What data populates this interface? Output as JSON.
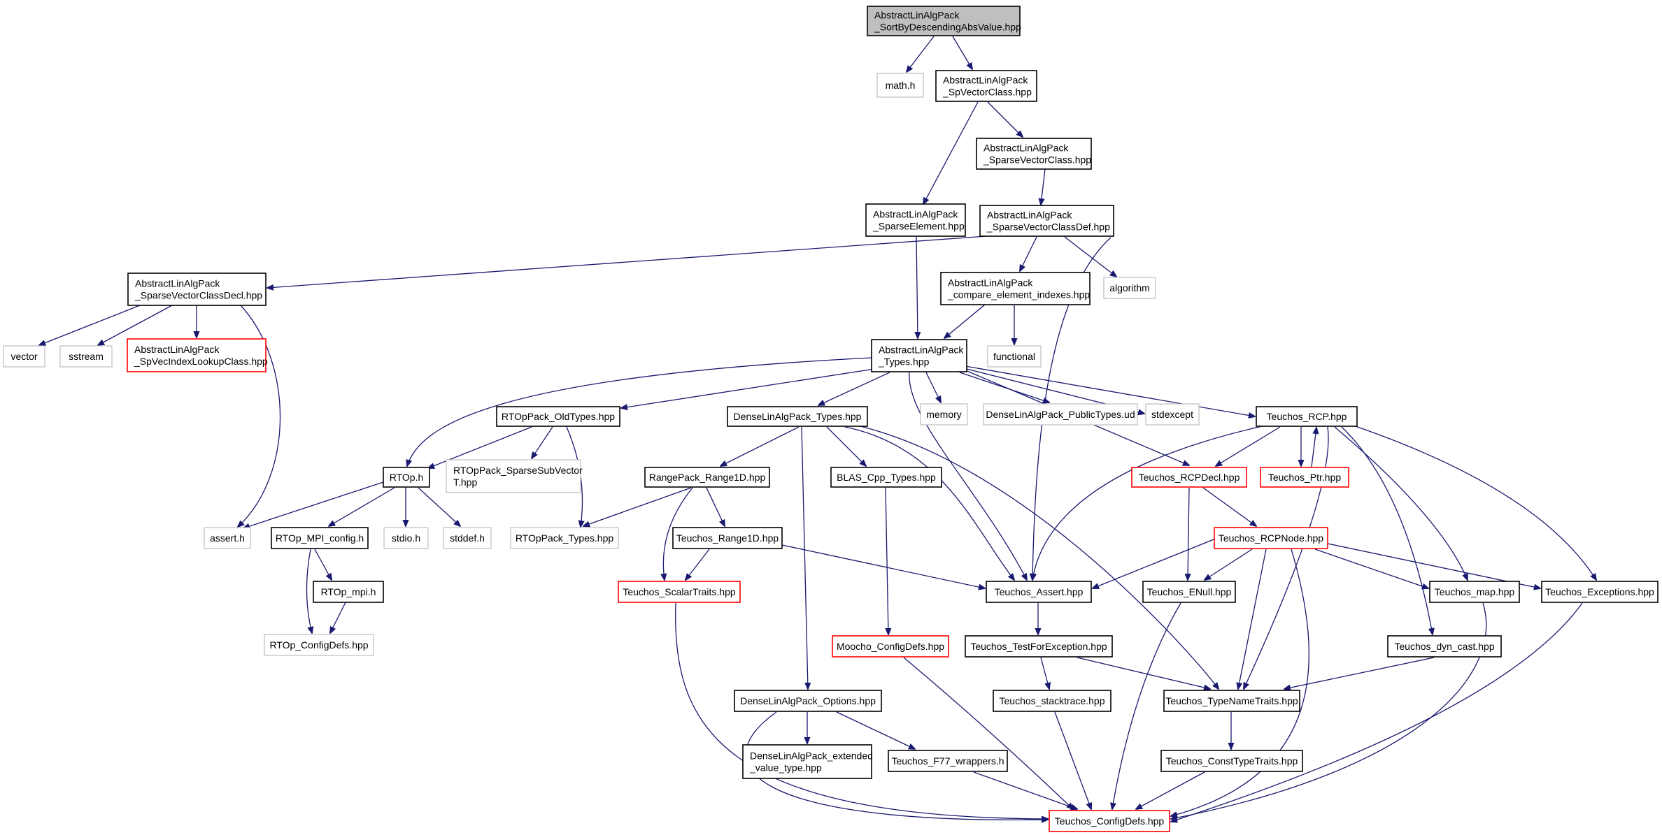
{
  "colors": {
    "edge": "#191970",
    "root_fill": "#bfbfbf",
    "normal_border": "#000000",
    "external_border": "#bfbfbf",
    "truncated_border": "#ff0000",
    "background": "#ffffff"
  },
  "nodes": [
    {
      "id": "root",
      "lines": [
        "AbstractLinAlgPack",
        "_SortByDescendingAbsValue.hpp"
      ],
      "kind": "root"
    },
    {
      "id": "math_h",
      "lines": [
        "math.h"
      ],
      "kind": "external"
    },
    {
      "id": "spvectorclass",
      "lines": [
        "AbstractLinAlgPack",
        "_SpVectorClass.hpp"
      ],
      "kind": "normal"
    },
    {
      "id": "sparsevectorclass",
      "lines": [
        "AbstractLinAlgPack",
        "_SparseVectorClass.hpp"
      ],
      "kind": "normal"
    },
    {
      "id": "sparseelement",
      "lines": [
        "AbstractLinAlgPack",
        "_SparseElement.hpp"
      ],
      "kind": "normal"
    },
    {
      "id": "sparsevectorclassdef",
      "lines": [
        "AbstractLinAlgPack",
        "_SparseVectorClassDef.hpp"
      ],
      "kind": "normal"
    },
    {
      "id": "sparsevectorclassdecl",
      "lines": [
        "AbstractLinAlgPack",
        "_SparseVectorClassDecl.hpp"
      ],
      "kind": "normal"
    },
    {
      "id": "compare_element",
      "lines": [
        "AbstractLinAlgPack",
        "_compare_element_indexes.hpp"
      ],
      "kind": "normal"
    },
    {
      "id": "algorithm",
      "lines": [
        "algorithm"
      ],
      "kind": "external"
    },
    {
      "id": "vector",
      "lines": [
        "vector"
      ],
      "kind": "external"
    },
    {
      "id": "sstream",
      "lines": [
        "sstream"
      ],
      "kind": "external"
    },
    {
      "id": "spvecindex",
      "lines": [
        "AbstractLinAlgPack",
        "_SpVecIndexLookupClass.hpp"
      ],
      "kind": "truncated"
    },
    {
      "id": "functional",
      "lines": [
        "functional"
      ],
      "kind": "external"
    },
    {
      "id": "types",
      "lines": [
        "AbstractLinAlgPack",
        "_Types.hpp"
      ],
      "kind": "normal"
    },
    {
      "id": "memory",
      "lines": [
        "memory"
      ],
      "kind": "external"
    },
    {
      "id": "dense_public",
      "lines": [
        "DenseLinAlgPack_PublicTypes.ud"
      ],
      "kind": "external"
    },
    {
      "id": "stdexcept",
      "lines": [
        "stdexcept"
      ],
      "kind": "external"
    },
    {
      "id": "rtoppack_old",
      "lines": [
        "RTOpPack_OldTypes.hpp"
      ],
      "kind": "normal"
    },
    {
      "id": "dense_types",
      "lines": [
        "DenseLinAlgPack_Types.hpp"
      ],
      "kind": "normal"
    },
    {
      "id": "teuchos_rcp",
      "lines": [
        "Teuchos_RCP.hpp"
      ],
      "kind": "normal"
    },
    {
      "id": "rtop_h",
      "lines": [
        "RTOp.h"
      ],
      "kind": "normal"
    },
    {
      "id": "rtoppack_sparse",
      "lines": [
        "RTOpPack_SparseSubVector",
        "T.hpp"
      ],
      "kind": "external"
    },
    {
      "id": "rangepack",
      "lines": [
        "RangePack_Range1D.hpp"
      ],
      "kind": "normal"
    },
    {
      "id": "blas",
      "lines": [
        "BLAS_Cpp_Types.hpp"
      ],
      "kind": "normal"
    },
    {
      "id": "rcpdecl",
      "lines": [
        "Teuchos_RCPDecl.hpp"
      ],
      "kind": "truncated"
    },
    {
      "id": "ptr",
      "lines": [
        "Teuchos_Ptr.hpp"
      ],
      "kind": "truncated"
    },
    {
      "id": "assert_h",
      "lines": [
        "assert.h"
      ],
      "kind": "external"
    },
    {
      "id": "rtop_mpi_config",
      "lines": [
        "RTOp_MPI_config.h"
      ],
      "kind": "normal"
    },
    {
      "id": "stdio",
      "lines": [
        "stdio.h"
      ],
      "kind": "external"
    },
    {
      "id": "stddef",
      "lines": [
        "stddef.h"
      ],
      "kind": "external"
    },
    {
      "id": "rtoppack_types",
      "lines": [
        "RTOpPack_Types.hpp"
      ],
      "kind": "external"
    },
    {
      "id": "teuchos_range1d",
      "lines": [
        "Teuchos_Range1D.hpp"
      ],
      "kind": "normal"
    },
    {
      "id": "rcpnode",
      "lines": [
        "Teuchos_RCPNode.hpp"
      ],
      "kind": "truncated"
    },
    {
      "id": "rtop_mpi",
      "lines": [
        "RTOp_mpi.h"
      ],
      "kind": "normal"
    },
    {
      "id": "scalartraits",
      "lines": [
        "Teuchos_ScalarTraits.hpp"
      ],
      "kind": "truncated"
    },
    {
      "id": "teuchos_assert",
      "lines": [
        "Teuchos_Assert.hpp"
      ],
      "kind": "normal"
    },
    {
      "id": "enull",
      "lines": [
        "Teuchos_ENull.hpp"
      ],
      "kind": "normal"
    },
    {
      "id": "teuchos_map",
      "lines": [
        "Teuchos_map.hpp"
      ],
      "kind": "normal"
    },
    {
      "id": "exceptions",
      "lines": [
        "Teuchos_Exceptions.hpp"
      ],
      "kind": "normal"
    },
    {
      "id": "rtop_configdefs",
      "lines": [
        "RTOp_ConfigDefs.hpp"
      ],
      "kind": "external"
    },
    {
      "id": "moocho_configdefs",
      "lines": [
        "Moocho_ConfigDefs.hpp"
      ],
      "kind": "truncated"
    },
    {
      "id": "testforexception",
      "lines": [
        "Teuchos_TestForException.hpp"
      ],
      "kind": "normal"
    },
    {
      "id": "dyn_cast",
      "lines": [
        "Teuchos_dyn_cast.hpp"
      ],
      "kind": "normal"
    },
    {
      "id": "dense_options",
      "lines": [
        "DenseLinAlgPack_Options.hpp"
      ],
      "kind": "normal"
    },
    {
      "id": "stacktrace",
      "lines": [
        "Teuchos_stacktrace.hpp"
      ],
      "kind": "normal"
    },
    {
      "id": "typenametraits",
      "lines": [
        "Teuchos_TypeNameTraits.hpp"
      ],
      "kind": "normal"
    },
    {
      "id": "dense_extended",
      "lines": [
        "DenseLinAlgPack_extended",
        "_value_type.hpp"
      ],
      "kind": "normal"
    },
    {
      "id": "f77",
      "lines": [
        "Teuchos_F77_wrappers.h"
      ],
      "kind": "normal"
    },
    {
      "id": "consttypetraits",
      "lines": [
        "Teuchos_ConstTypeTraits.hpp"
      ],
      "kind": "normal"
    },
    {
      "id": "teuchos_configdefs",
      "lines": [
        "Teuchos_ConfigDefs.hpp"
      ],
      "kind": "truncated"
    }
  ]
}
